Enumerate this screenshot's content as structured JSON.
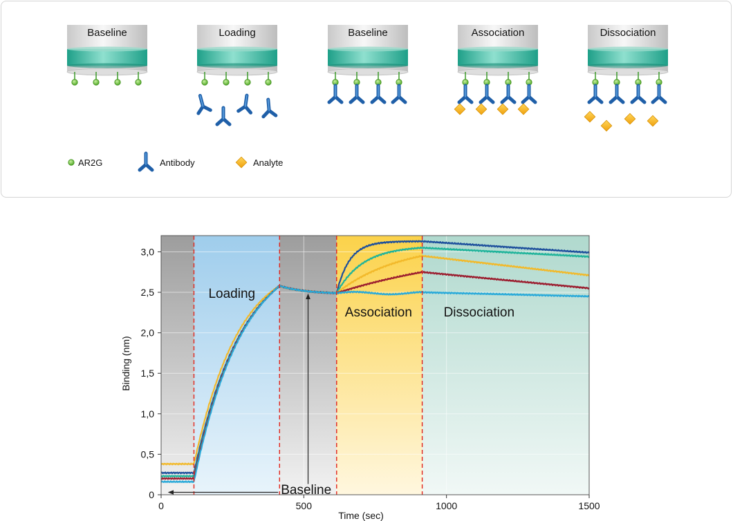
{
  "steps": [
    {
      "label": "Baseline",
      "state": "baseline"
    },
    {
      "label": "Loading",
      "state": "loading"
    },
    {
      "label": "Baseline",
      "state": "loaded"
    },
    {
      "label": "Association",
      "state": "association"
    },
    {
      "label": "Dissociation",
      "state": "dissociation"
    }
  ],
  "legend": {
    "ar2g": "AR2G",
    "antibody": "Antibody",
    "analyte": "Analyte"
  },
  "colors": {
    "ar2g": "#6cc03a",
    "antibody": "#1f5fa8",
    "analyte": "#f5b21b",
    "band": "#2fb6a0",
    "phase_baseline": "#9a9a9a",
    "phase_loading": "#9fcdec",
    "phase_association": "#fbd657",
    "phase_dissociation": "#b5dcd2",
    "divider": "#e2231a"
  },
  "chart_data": {
    "type": "line",
    "xlabel": "Time (sec)",
    "ylabel": "Binding (nm)",
    "xlim": [
      0,
      1500
    ],
    "ylim": [
      0,
      3.2
    ],
    "xticks": [
      0,
      500,
      1000,
      1500
    ],
    "yticks": [
      0,
      0.5,
      1.0,
      1.5,
      2.0,
      2.5,
      3.0
    ],
    "xtick_labels": [
      "0",
      "500",
      "1000",
      "1500"
    ],
    "ytick_labels": [
      "0",
      "0,5",
      "1,0",
      "1,5",
      "2,0",
      "2,5",
      "3,0"
    ],
    "phases": [
      {
        "name": "baseline",
        "label": "",
        "start": 0,
        "end": 115
      },
      {
        "name": "loading",
        "label": "Loading",
        "start": 115,
        "end": 415
      },
      {
        "name": "baseline2",
        "label": "",
        "start": 415,
        "end": 615
      },
      {
        "name": "association",
        "label": "Association",
        "start": 615,
        "end": 915
      },
      {
        "name": "dissociation",
        "label": "Dissociation",
        "start": 915,
        "end": 1500
      }
    ],
    "baseline_annotation": "Baseline",
    "series": [
      {
        "color": "#1d4f9c",
        "baseline": 0.27,
        "plateau": 3.13,
        "assoc_k": 0.022,
        "diss_end": 2.99
      },
      {
        "color": "#1eb39a",
        "baseline": 0.23,
        "plateau": 3.05,
        "assoc_k": 0.011,
        "diss_end": 2.94
      },
      {
        "color": "#f2b92a",
        "baseline": 0.38,
        "plateau": 2.95,
        "assoc_k": 0.0045,
        "diss_end": 2.71
      },
      {
        "color": "#9b1c2e",
        "baseline": 0.2,
        "plateau": 2.75,
        "assoc_k": 0.0019,
        "diss_end": 2.55
      },
      {
        "color": "#28a9d9",
        "baseline": 0.16,
        "plateau": 2.5,
        "assoc_k": 0.0,
        "diss_end": 2.45
      }
    ],
    "loading_end": 2.58,
    "baseline2_end": 2.49
  }
}
